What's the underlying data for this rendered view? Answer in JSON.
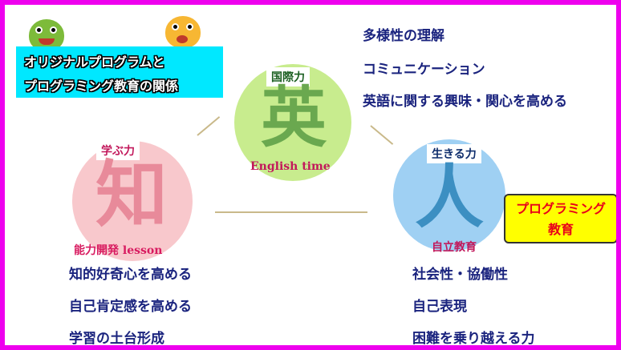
{
  "title": {
    "line1": "オリジナルプログラムと",
    "line2": "プログラミング教育の関係"
  },
  "english": {
    "tag": "国際力",
    "char": "英",
    "subtitle": "English time",
    "color": "#c8ec8e"
  },
  "knowledge": {
    "tag": "学ぶ力",
    "char": "知",
    "subtitle": "能力開発 lesson",
    "color": "#f8c8cc"
  },
  "human": {
    "tag": "生きる力",
    "char": "人",
    "subtitle": "自立教育",
    "color": "#9fd0f3"
  },
  "top_points": [
    "多様性の理解",
    "コミュニケーション",
    "英語に関する興味・関心を高める"
  ],
  "left_points": [
    "知的好奇心を高める",
    "自己肯定感を高める",
    "学習の土台形成"
  ],
  "right_points": [
    "社会性・協働性",
    "自己表現",
    "困難を乗り越える力"
  ],
  "programming": {
    "line1": "プログラミング",
    "line2": "教育"
  }
}
